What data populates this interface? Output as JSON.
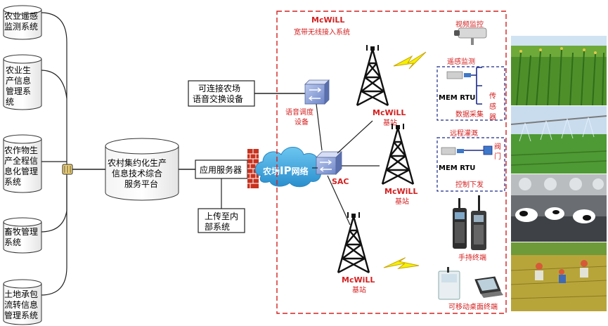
{
  "left_systems": [
    {
      "lines": [
        "农业遥感",
        "监测系统"
      ]
    },
    {
      "lines": [
        "农业生",
        "产信息",
        "管理系",
        "统"
      ]
    },
    {
      "lines": [
        "农作物生",
        "产全程信",
        "息化管理",
        "系统"
      ]
    },
    {
      "lines": [
        "畜牧管理",
        "系统"
      ]
    },
    {
      "lines": [
        "土地承包",
        "流转信息",
        "管理系统"
      ]
    }
  ],
  "platform": {
    "lines": [
      "农村集约化生产",
      "信息技术综合",
      "服务平台"
    ]
  },
  "app_server": "应用服务器",
  "upload": {
    "lines": [
      "上传至内",
      "部系统"
    ]
  },
  "voice_exchange": {
    "lines": [
      "可连接农场",
      "语音交换设备"
    ]
  },
  "voice_dispatch": {
    "lines": [
      "语音调度",
      "设备"
    ]
  },
  "cloud_label": {
    "prefix": "农场",
    "ip": "IP",
    "suffix": "网络"
  },
  "sac": "SAC",
  "mcwill_title": {
    "name": "McWiLL",
    "subtitle": "宽带无线接入系统"
  },
  "base_stations": [
    {
      "name": "McWiLL",
      "sub": "基站"
    },
    {
      "name": "McWiLL",
      "sub": "基站"
    },
    {
      "name": "McWiLL",
      "sub": "基站"
    }
  ],
  "video_monitor": "视频监控",
  "remote_sensing": "遥感监测",
  "data_collection": {
    "rtu": "MEM RTU",
    "sensor_chars": [
      "传",
      "感",
      "器"
    ],
    "caption": "数据采集"
  },
  "remote_irrigation": "远程灌溉",
  "control": {
    "rtu": "MEM RTU",
    "valve_chars": [
      "阀",
      "门"
    ],
    "caption": "控制下发"
  },
  "handheld": "手持终端",
  "desktop": "可移动桌面终端",
  "colors": {
    "red": "#d42020",
    "blue_frame": "#1a2a8a",
    "cloud": "#3aa9e0"
  }
}
